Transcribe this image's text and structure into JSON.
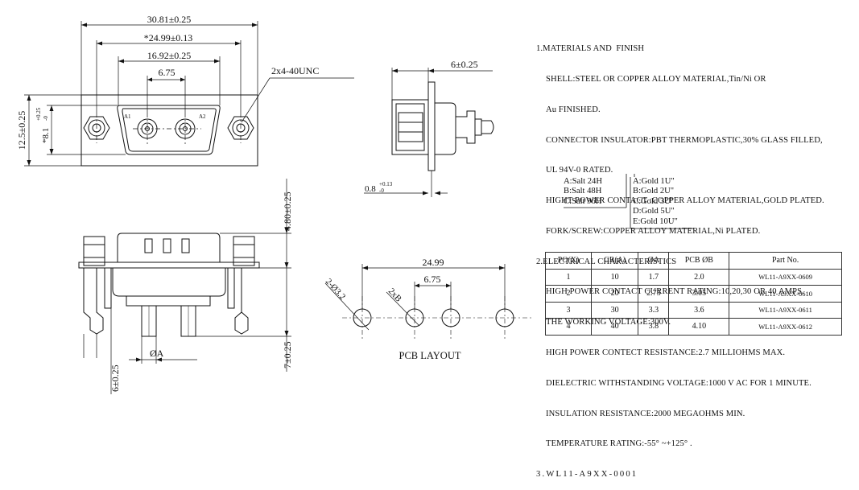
{
  "drawing": {
    "front_view": {
      "dim_overall_width": "30.81±0.25",
      "dim_mount_spacing": "*24.99±0.13",
      "dim_body_width": "16.92±0.25",
      "dim_pin_pitch": "6.75",
      "dim_height": "12.5±0.25",
      "dim_body_height": "*8.1",
      "dim_body_height_tol_plus": "+0.25",
      "dim_body_height_tol_minus": "-0",
      "thread_label": "2x4-40UNC",
      "contact_a1": "A1",
      "contact_a2": "A2"
    },
    "side_view": {
      "dim_depth": "6±0.25",
      "dim_thickness": "0.8",
      "dim_thickness_tol_plus": "+0.13",
      "dim_thickness_tol_minus": "-0"
    },
    "bottom_view": {
      "dim_above_board": "4.80±0.25",
      "dim_pin_length": "7±0.25",
      "dim_tail": "6±0.25",
      "dim_pin_dia": "ØA"
    },
    "pcb_layout": {
      "title": "PCB LAYOUT",
      "dim_outer": "24.99",
      "dim_inner": "6.75",
      "label_mount_holes": "2-Ø3.2",
      "label_contact_holes": "2xB"
    }
  },
  "notes": {
    "heading1": "1.MATERIALS AND  FINISH",
    "lines1": [
      "SHELL:STEEL OR COPPER ALLOY MATERIAL,Tin/Ni OR",
      "Au FINISHED.",
      "CONNECTOR INSULATOR:PBT THERMOPLASTIC,30% GLASS FILLED,",
      "UL 94V-0 RATED.",
      "HIGHT POWER CONTACT :COPPER ALLOY MATERIAL,GOLD PLATED.",
      "FORK/SCREW:COPPER ALLOY MATERIAL,Ni PLATED."
    ],
    "heading2": "2.ELECTRICAL CHARACTERISTICS",
    "lines2": [
      "HIGH POWER CONTACT CURRENT RATING:10,20,30 OR 40 AMPS.",
      "THE WORKING VOLTAGE:300V.",
      "HIGH POWER CONTECT RESISTANCE:2.7 MILLIOHMS MAX.",
      "DIELECTRIC WITHSTANDING VOLTAGE:1000 V AC FOR 1 MINUTE.",
      "INSULATION RESISTANCE:2000 MEGAOHMS MIN.",
      "TEMPERATURE RATING:-55° ~+125° ."
    ],
    "heading3": "3.WL11-A9XX-0001",
    "salt_options": [
      "A:Salt 24H",
      "B:Salt 48H",
      "C:Salt 96H"
    ],
    "gold_options": [
      "A:Gold 1U\"",
      "B:Gold 2U\"",
      "C:Gold 3U\"",
      "D:Gold 5U\"",
      "E:Gold 10U\""
    ]
  },
  "table": {
    "headers": [
      "PO(X)",
      "CR(A)",
      "ØA",
      "PCB ØB",
      "Part  No."
    ],
    "rows": [
      [
        "1",
        "10",
        "1.7",
        "2.0",
        "WL11-A9XX-0609"
      ],
      [
        "2",
        "20",
        "2.75",
        "3.05",
        "WL11-A9XX-0610"
      ],
      [
        "3",
        "30",
        "3.3",
        "3.6",
        "WL11-A9XX-0611"
      ],
      [
        "4",
        "40",
        "3.8",
        "4.10",
        "WL11-A9XX-0612"
      ]
    ]
  }
}
